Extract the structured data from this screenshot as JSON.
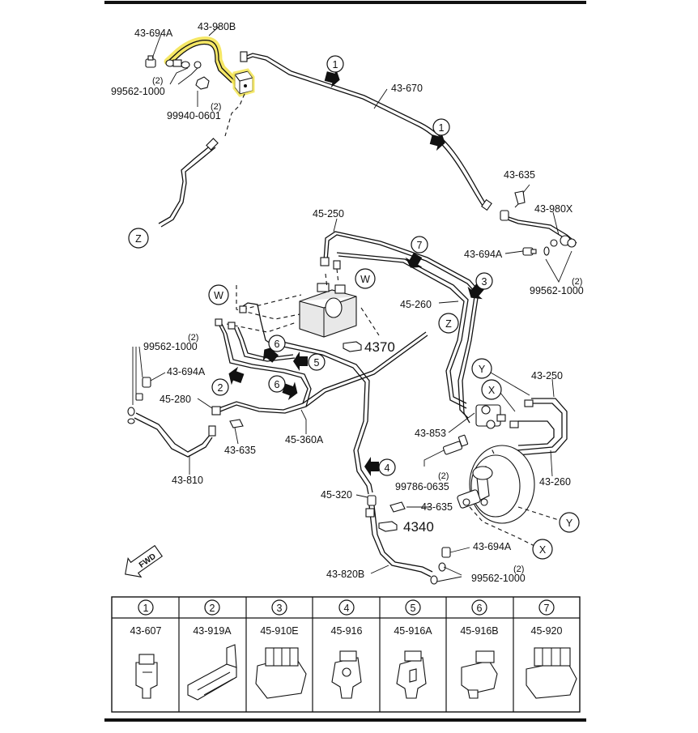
{
  "labels": {
    "p43_694A_a": "43-694A",
    "p43_980B": "43-980B",
    "p99562_a": "99562-1000",
    "qty2_a": "(2)",
    "p99940": "99940-0601",
    "qty2_b": "(2)",
    "p43_670": "43-670",
    "p43_635_a": "43-635",
    "p43_980X": "43-980X",
    "p45_250": "45-250",
    "p43_694A_b": "43-694A",
    "p99562_b": "99562-1000",
    "qty2_c": "(2)",
    "p45_260_a": "45-260",
    "ref4370": "4370",
    "p99562_c": "99562-1000",
    "qty2_d": "(2)",
    "p43_694A_c": "43-694A",
    "p45_280": "45-280",
    "p43_635_b": "43-635",
    "p45_360A": "45-360A",
    "p43_810": "43-810",
    "p43_250": "43-250",
    "p43_853": "43-853",
    "p99786": "99786-0635",
    "qty2_e": "(2)",
    "p43_260": "43-260",
    "p45_320": "45-320",
    "p43_635_c": "43-635",
    "ref4340": "4340",
    "p43_694A_d": "43-694A",
    "p43_820B": "43-820B",
    "p99562_d": "99562-1000",
    "qty2_f": "(2)",
    "fwd": "FWD"
  },
  "callouts": {
    "c1a": "1",
    "c1b": "1",
    "c2": "2",
    "c3": "3",
    "c4": "4",
    "c5": "5",
    "c6a": "6",
    "c6b": "6",
    "c7": "7",
    "cZa": "Z",
    "cZb": "Z",
    "cWa": "W",
    "cWb": "W",
    "cXa": "X",
    "cXb": "X",
    "cYa": "Y",
    "cYb": "Y"
  },
  "legend": [
    {
      "num": "1",
      "part": "43-607"
    },
    {
      "num": "2",
      "part": "43-919A"
    },
    {
      "num": "3",
      "part": "45-910E"
    },
    {
      "num": "4",
      "part": "45-916"
    },
    {
      "num": "5",
      "part": "45-916A"
    },
    {
      "num": "6",
      "part": "45-916B"
    },
    {
      "num": "7",
      "part": "45-920"
    }
  ],
  "colors": {
    "highlight": "#f3e34a",
    "ink": "#111111"
  }
}
